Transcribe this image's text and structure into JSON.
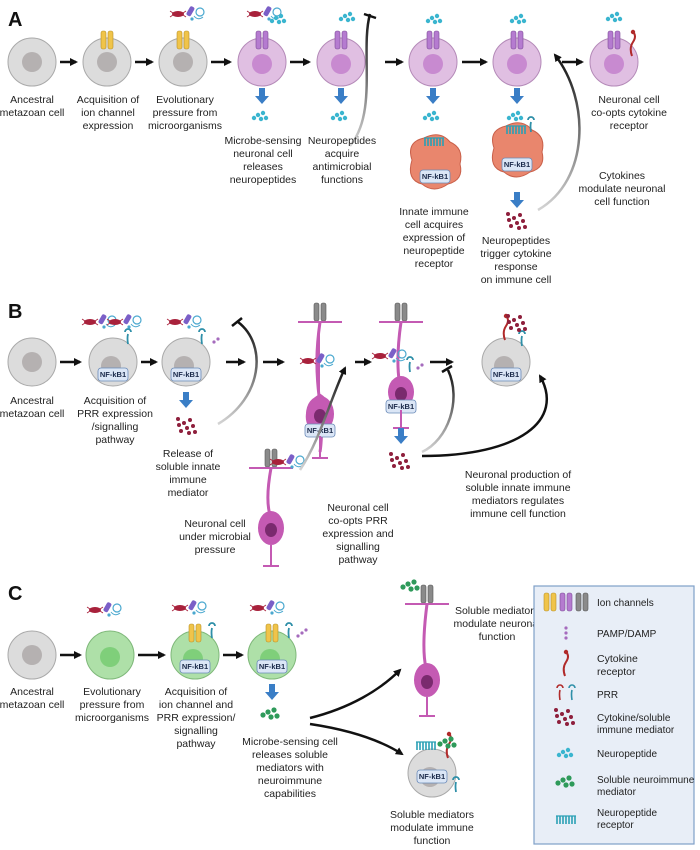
{
  "panels": {
    "a": "A",
    "b": "B",
    "c": "C"
  },
  "nfkb": "NF-kB1",
  "a": {
    "ancestral": [
      "Ancestral",
      "metazoan cell"
    ],
    "ion": [
      "Acquisition of",
      "ion channel",
      "expression"
    ],
    "evo": [
      "Evolutionary",
      "pressure from",
      "microorganisms"
    ],
    "microbe": [
      "Microbe-sensing",
      "neuronal  cell",
      "releases",
      "neuropeptides"
    ],
    "antimicrobial": [
      "Neuropeptides",
      "acquire",
      "antimicrobial",
      "functions"
    ],
    "innate": [
      "Innate immune",
      "cell acquires",
      "expression of",
      "neuropeptide",
      "receptor"
    ],
    "trigger": [
      "Neuropeptides",
      "trigger cytokine",
      "response",
      "on immune cell"
    ],
    "cytokines": [
      "Cytokines",
      "modulate neuronal",
      "cell function"
    ],
    "coopts": [
      "Neuronal cell",
      "co-opts cytokine",
      "receptor"
    ]
  },
  "b": {
    "ancestral": [
      "Ancestral",
      "metazoan cell"
    ],
    "prr": [
      "Acquisition of",
      "PRR expression",
      "/signalling",
      "pathway"
    ],
    "release": [
      "Release of",
      "soluble innate",
      "immune",
      "mediator"
    ],
    "pressure": [
      "Neuronal cell",
      "under microbial",
      "pressure"
    ],
    "coopts": [
      "Neuronal cell",
      "co-opts PRR",
      "expression and",
      "signalling",
      "pathway"
    ],
    "production": [
      "Neuronal production of",
      "soluble innate immune",
      "mediators regulates",
      "immune cell function"
    ]
  },
  "c": {
    "ancestral": [
      "Ancestral",
      "metazoan cell"
    ],
    "evo": [
      "Evolutionary",
      "pressure from",
      "microorganisms"
    ],
    "acq": [
      "Acquisition of",
      "ion channel and",
      "PRR expression/",
      "signalling",
      "pathway"
    ],
    "microbe": [
      "Microbe-sensing cell",
      "releases soluble",
      "mediators with",
      "neuroimmune",
      "capabilities"
    ],
    "neuronal": [
      "Soluble mediators",
      "modulate  neuronal",
      "function"
    ],
    "immune": [
      "Soluble mediators",
      "modulate immune",
      "function"
    ]
  },
  "legend": {
    "ion": "Ion channels",
    "pamp": "PAMP/DAMP",
    "cytokine_receptor": [
      "Cytokine",
      "receptor"
    ],
    "prr": "PRR",
    "cytokine_mediator": [
      "Cytokine/soluble",
      "immune mediator"
    ],
    "neuropeptide": "Neuropeptide",
    "neuroimmune": [
      "Soluble neuroimmune",
      "mediator"
    ],
    "np_receptor": [
      "Neuropeptide",
      "receptor"
    ]
  },
  "colors": {
    "grey_cell": "#dcdcdc",
    "grey_nucleus": "#b5b1b1",
    "pink_cell": "#e0bfe2",
    "pink_nucleus": "#c88ad0",
    "green_cell": "#aee0a8",
    "green_nucleus": "#7fcf7a",
    "neuron": "#c45ab3",
    "neuron_nucleus": "#7a2a6e",
    "immune_cell": "#e9866d",
    "cyan": "#3ab5cf",
    "blue_arrow": "#3a7ec6",
    "maroon": "#8e1f3c",
    "dark_green": "#2e9a5a",
    "legend_bg": "#e8eef7",
    "legend_border": "#7fa0c8",
    "ion_yellow": "#f0c44a",
    "ion_purple": "#b57bd0",
    "ion_grey": "#888888"
  }
}
